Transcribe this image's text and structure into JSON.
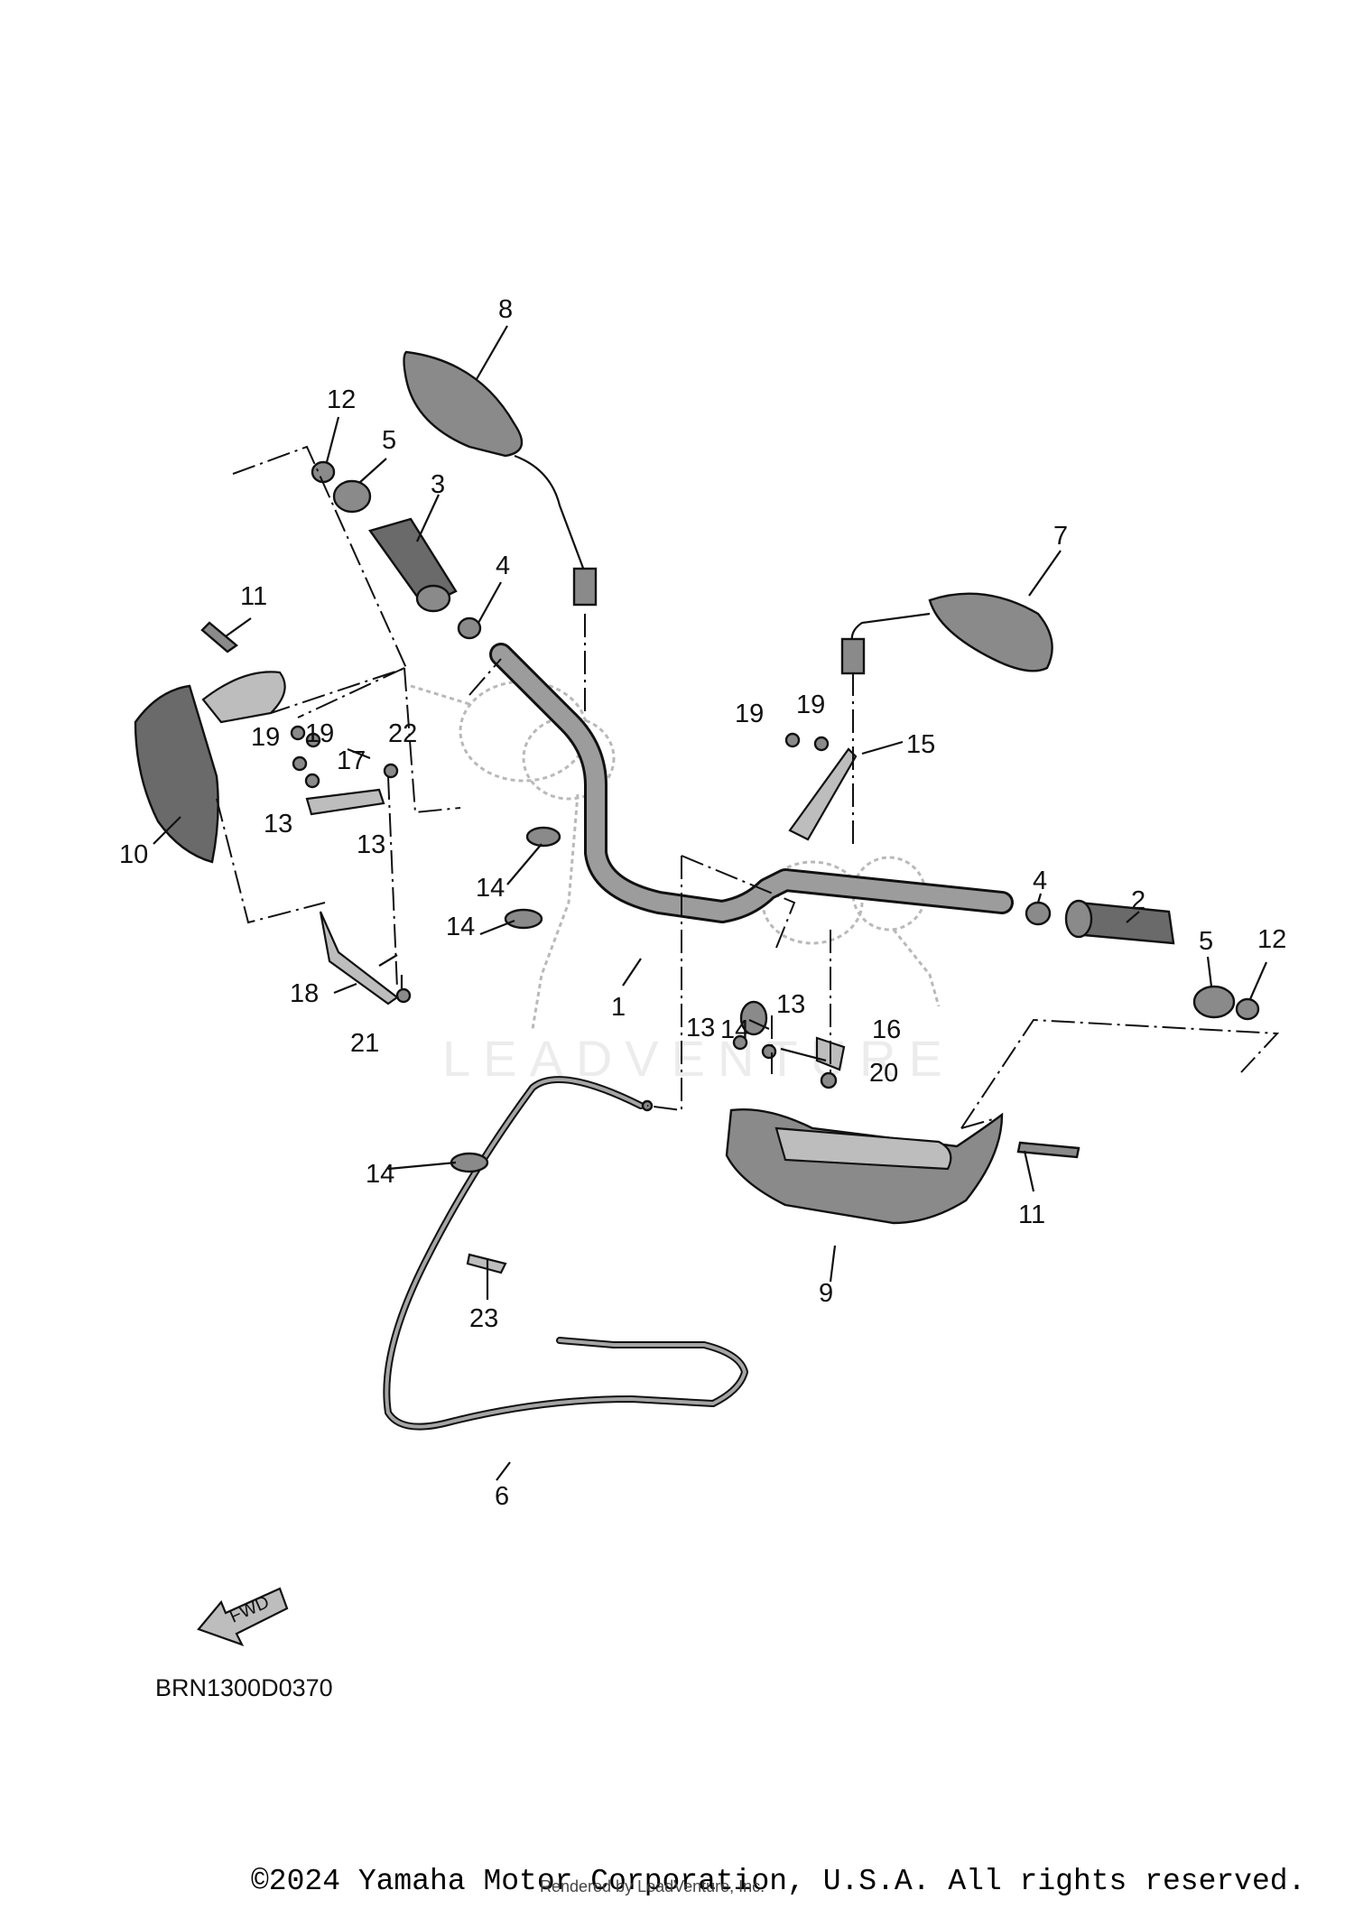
{
  "callouts": {
    "c1": "1",
    "c2": "2",
    "c3": "3",
    "c4a": "4",
    "c4b": "4",
    "c5a": "5",
    "c5b": "5",
    "c6": "6",
    "c7": "7",
    "c8": "8",
    "c9": "9",
    "c10": "10",
    "c11a": "11",
    "c11b": "11",
    "c12a": "12",
    "c12b": "12",
    "c13a": "13",
    "c13b": "13",
    "c13c": "13",
    "c13d": "13",
    "c14a": "14",
    "c14b": "14",
    "c14c": "14",
    "c14d": "14",
    "c15": "15",
    "c16": "16",
    "c17": "17",
    "c18": "18",
    "c19a": "19",
    "c19b": "19",
    "c19c": "19",
    "c19d": "19",
    "c20": "20",
    "c21": "21",
    "c22": "22",
    "c23": "23"
  },
  "fwd_label": "FWD",
  "drawing_code": "BRN1300D0370",
  "watermark": "LEADVENTURE",
  "copyright": "©2024 Yamaha Motor Corporation, U.S.A. All rights reserved.",
  "rendered_by": "Rendered by LeadVenture, Inc."
}
